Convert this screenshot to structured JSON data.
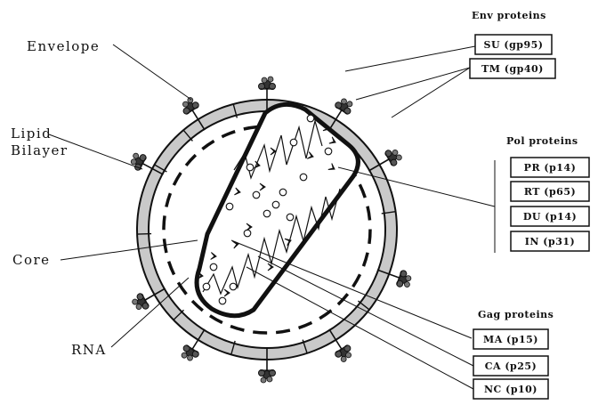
{
  "labels": {
    "envelope": "Envelope",
    "lipid_line1": "Lipid",
    "lipid_line2": "Bilayer",
    "core": "Core",
    "rna": "RNA"
  },
  "groups": {
    "env": "Env proteins",
    "pol": "Pol proteins",
    "gag": "Gag proteins"
  },
  "env_proteins": [
    "SU (gp95)",
    "TM (gp40)"
  ],
  "pol_proteins": [
    "PR (p14)",
    "RT (p65)",
    "DU (p14)",
    "IN (p31)"
  ],
  "gag_proteins": [
    "MA (p15)",
    "CA (p25)",
    "NC (p10)"
  ],
  "colors": {
    "line": "#111111",
    "membrane": "#c9c9c9",
    "background": "#ffffff"
  }
}
